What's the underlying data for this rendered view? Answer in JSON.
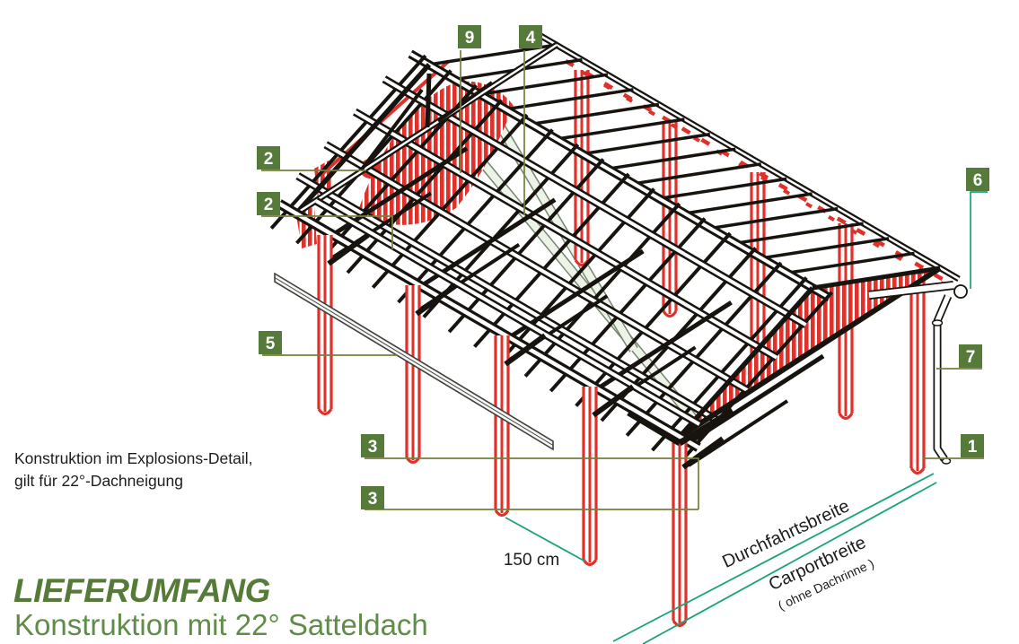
{
  "diagram": {
    "callouts": [
      "9",
      "4",
      "2",
      "2",
      "6",
      "7",
      "1",
      "5",
      "3",
      "3"
    ],
    "dimension_post_spacing": "150 cm",
    "dimension_drive_width": "Durchfahrtsbreite",
    "dimension_carport_width": "Carportbreite",
    "dimension_carport_width_note": "( ohne Dachrinne )"
  },
  "annotation": {
    "line1": "Konstruktion im Explosions-Detail,",
    "line2": "gilt für 22°-Dachneigung"
  },
  "footer": {
    "title": "LIEFERUMFANG",
    "subtitle": "Konstruktion mit 22° Satteldach"
  },
  "colors": {
    "structure_black": "#17130f",
    "post_red": "#e0302a",
    "callout_green": "#567a3a",
    "leader_olive": "#75803c",
    "dimension_teal": "#1aa37c",
    "title_green_bold": "#567a38",
    "title_green_light": "#5f8c48",
    "wind_brace_pale": "#eef3ea",
    "loose_beam_light": "#f4f7f2"
  }
}
